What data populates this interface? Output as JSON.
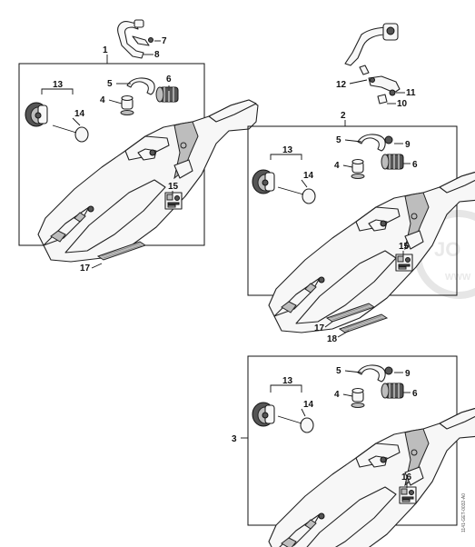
{
  "labels": {
    "l1": "1",
    "l2": "2",
    "l3": "3",
    "l4": "4",
    "l5": "5",
    "l6": "6",
    "l7": "7",
    "l8": "8",
    "l9": "9",
    "l10": "10",
    "l11": "11",
    "l12": "12",
    "l13": "13",
    "l14": "14",
    "l15": "15",
    "l16": "16",
    "l17": "17",
    "l18": "18"
  },
  "watermark": {
    "big": "JO",
    "small": "WWW"
  },
  "drawing_code": "1141-GET-0032-A0"
}
